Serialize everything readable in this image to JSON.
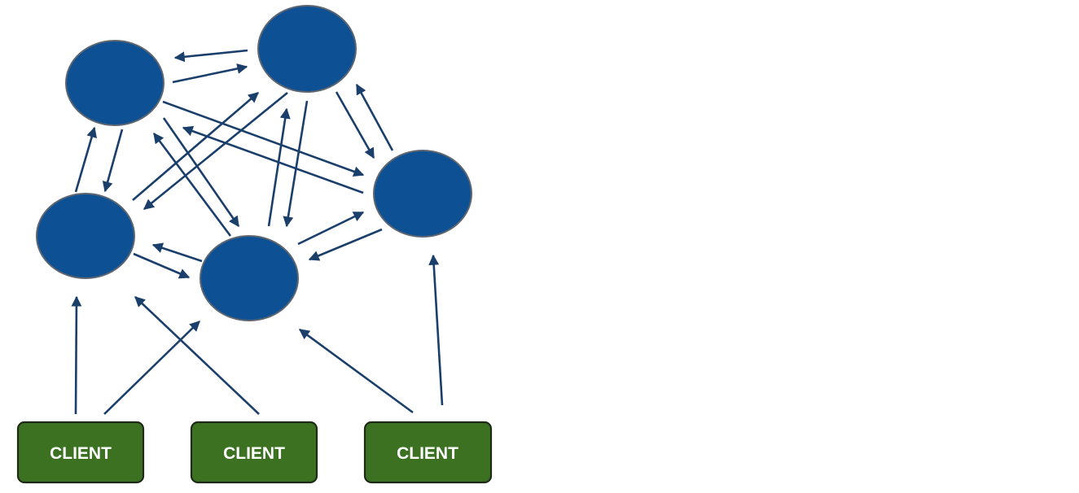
{
  "diagram": {
    "nodes": [
      {
        "id": "n1"
      },
      {
        "id": "n2"
      },
      {
        "id": "n3"
      },
      {
        "id": "n4"
      },
      {
        "id": "n5"
      }
    ],
    "clients": [
      {
        "id": "c1",
        "label": "CLIENT"
      },
      {
        "id": "c2",
        "label": "CLIENT"
      },
      {
        "id": "c3",
        "label": "CLIENT"
      }
    ]
  },
  "colors": {
    "node_fill": "#0d5094",
    "node_stroke": "#5d6670",
    "edge": "#1a3f6b",
    "client_fill": "#3b7121",
    "client_text": "#ffffff",
    "background": "#ffffff"
  }
}
